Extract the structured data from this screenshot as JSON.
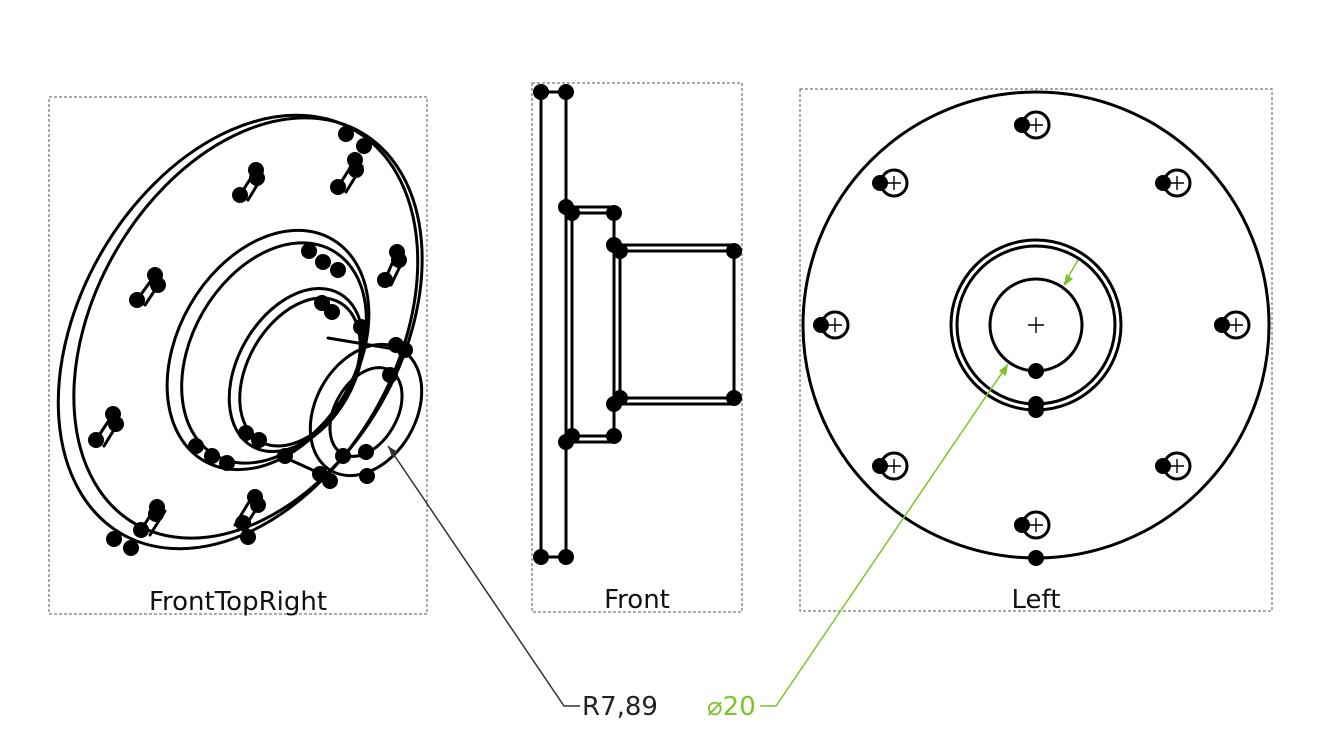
{
  "views": [
    {
      "name": "FrontTopRight"
    },
    {
      "name": "Front"
    },
    {
      "name": "Left"
    }
  ],
  "dimensions": {
    "radius_label": "R7,89",
    "diameter_label": "⌀20"
  },
  "colors": {
    "geometry": "#000000",
    "frame": "#555555",
    "radius_dimension": "#333333",
    "diameter_dimension": "#7dc42b"
  }
}
